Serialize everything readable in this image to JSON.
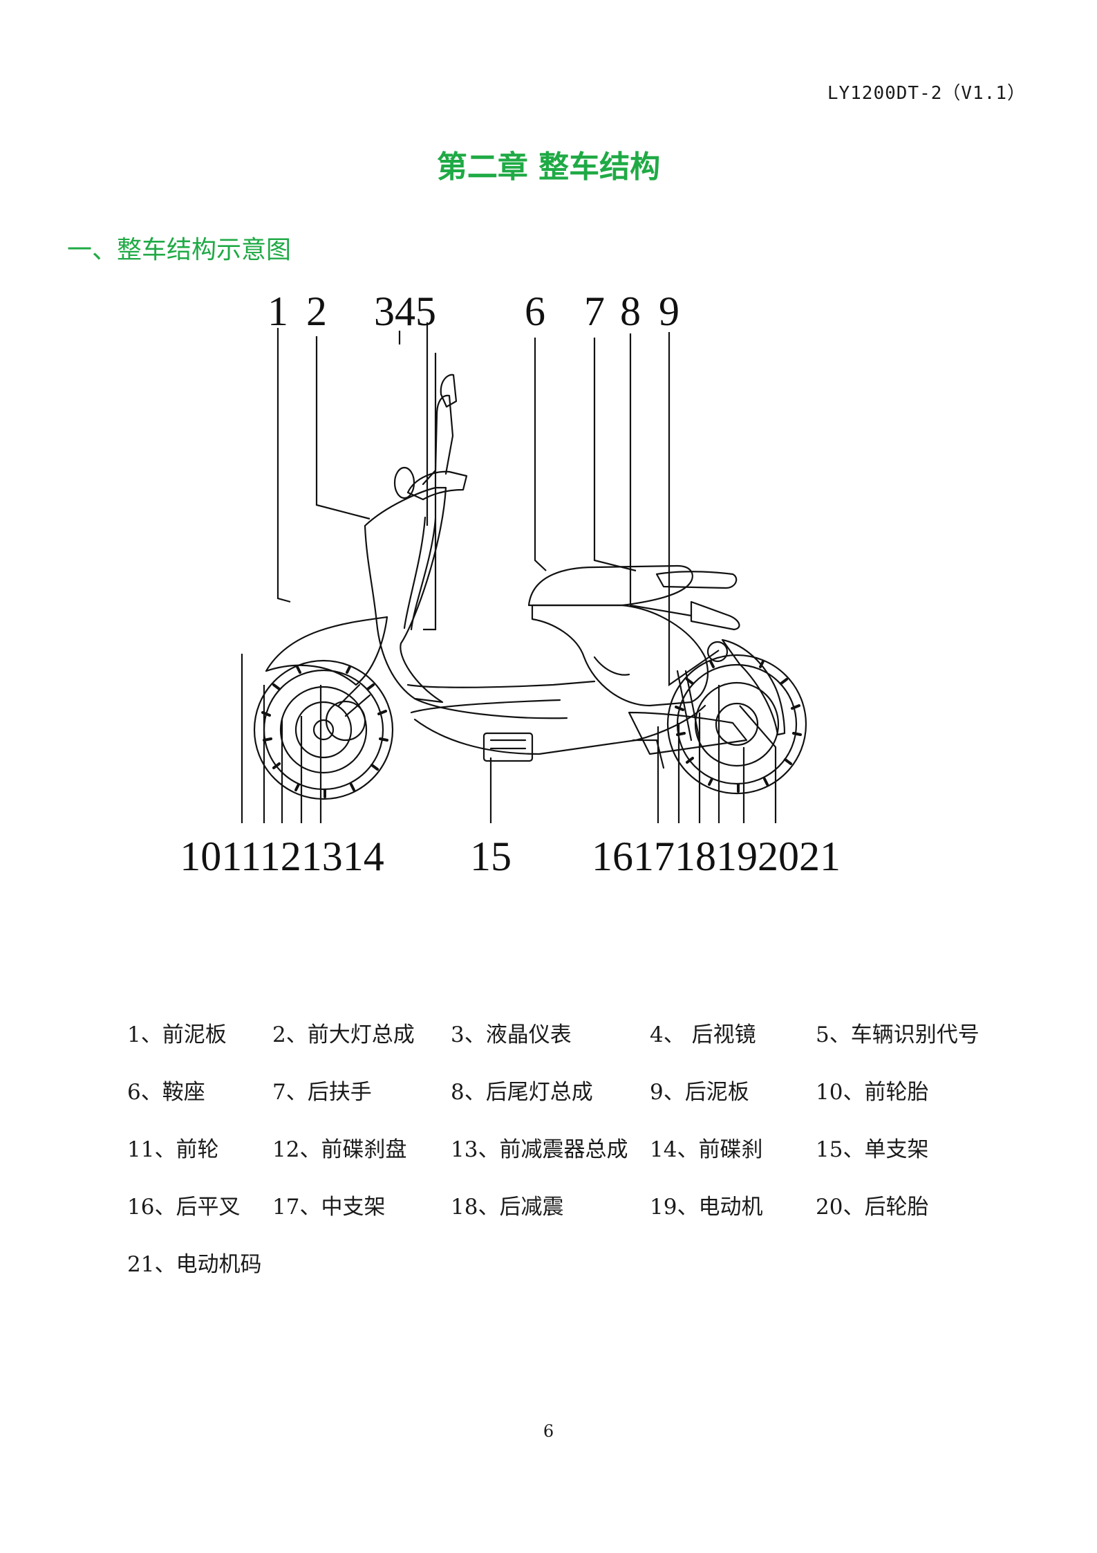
{
  "header": {
    "doc_code": "LY1200DT-2（V1.1）"
  },
  "chapter_title": "第二章 整车结构",
  "section_title": "一、整车结构示意图",
  "colors": {
    "heading": "#1faa45",
    "text": "#1a1a1a",
    "line": "#111111"
  },
  "figure": {
    "top_labels": [
      "1",
      "2",
      "345",
      "6",
      "7",
      "8",
      "9"
    ],
    "bottom_labels": [
      "1011121314",
      "15",
      "161718192021"
    ]
  },
  "legend": {
    "rows": [
      [
        "1、前泥板",
        "2、前大灯总成",
        "3、液晶仪表",
        "4、 后视镜",
        "5、车辆识别代号"
      ],
      [
        "6、鞍座",
        "7、后扶手",
        "8、后尾灯总成",
        "9、后泥板",
        "10、前轮胎"
      ],
      [
        "11、前轮",
        "12、前碟刹盘",
        "13、前减震器总成",
        "14、前碟刹",
        "15、单支架"
      ],
      [
        "16、后平叉",
        "17、中支架",
        "18、后减震",
        "19、电动机",
        "20、后轮胎"
      ],
      [
        "21、电动机码"
      ]
    ]
  },
  "page_number": "6"
}
